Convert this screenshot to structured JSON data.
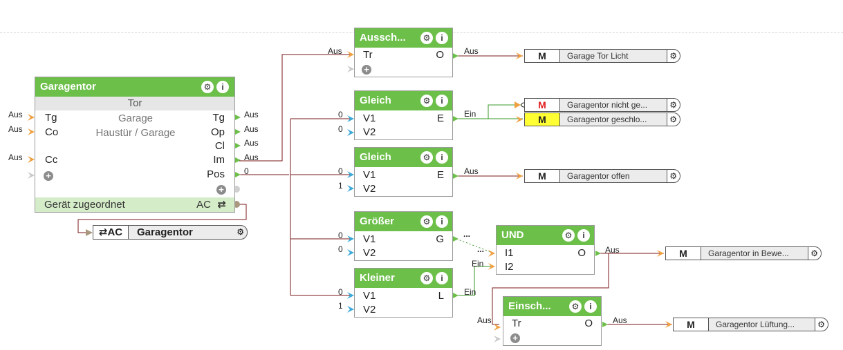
{
  "garagentor": {
    "title": "Garagentor",
    "section": "Tor",
    "sub1": "Garage",
    "sub2": "Haustür / Garage",
    "in_ports": [
      "Tg",
      "Co",
      "Cc"
    ],
    "out_ports": [
      "Tg",
      "Op",
      "Cl",
      "Im",
      "Pos"
    ],
    "footer_label": "Gerät zugeordnet",
    "footer_ac": "AC"
  },
  "ac_device": {
    "badge": "AC",
    "name": "Garagentor"
  },
  "blocks": {
    "ausschalt": {
      "title": "Aussch...",
      "in": [
        "Tr"
      ],
      "out": [
        "O"
      ]
    },
    "gleich1": {
      "title": "Gleich",
      "in": [
        "V1",
        "V2"
      ],
      "out": [
        "E"
      ]
    },
    "gleich2": {
      "title": "Gleich",
      "in": [
        "V1",
        "V2"
      ],
      "out": [
        "E"
      ]
    },
    "groesser": {
      "title": "Größer",
      "in": [
        "V1",
        "V2"
      ],
      "out": [
        "G"
      ]
    },
    "kleiner": {
      "title": "Kleiner",
      "in": [
        "V1",
        "V2"
      ],
      "out": [
        "L"
      ]
    },
    "und": {
      "title": "UND",
      "in": [
        "I1",
        "I2"
      ],
      "out": [
        "O"
      ]
    },
    "einschalt": {
      "title": "Einsch...",
      "in": [
        "Tr"
      ],
      "out": [
        "O"
      ]
    }
  },
  "wire_labels": {
    "aus": "Aus",
    "ein": "Ein",
    "zero": "0",
    "one": "1",
    "dots": "..."
  },
  "outputs": [
    {
      "m": "M",
      "label": "Garage Tor Licht"
    },
    {
      "m": "M",
      "label": "Garagentor nicht ge..."
    },
    {
      "m": "M",
      "label": "Garagentor geschlo..."
    },
    {
      "m": "M",
      "label": "Garagentor offen"
    },
    {
      "m": "M",
      "label": "Garagentor in Bewe..."
    },
    {
      "m": "M",
      "label": "Garagentor Lüftung..."
    }
  ],
  "colors": {
    "header": "#6cbf49",
    "wire": "#7a1a1a",
    "green_wire": "#3a9a2a",
    "in_arrow": "#f0a040",
    "in_arrow_blue": "#3aa8d8",
    "m_red": "#e02020",
    "m_yellow_bg": "#ffff33"
  },
  "icons": [
    "gear-icon",
    "info-icon",
    "plus-icon",
    "swap-icon"
  ]
}
